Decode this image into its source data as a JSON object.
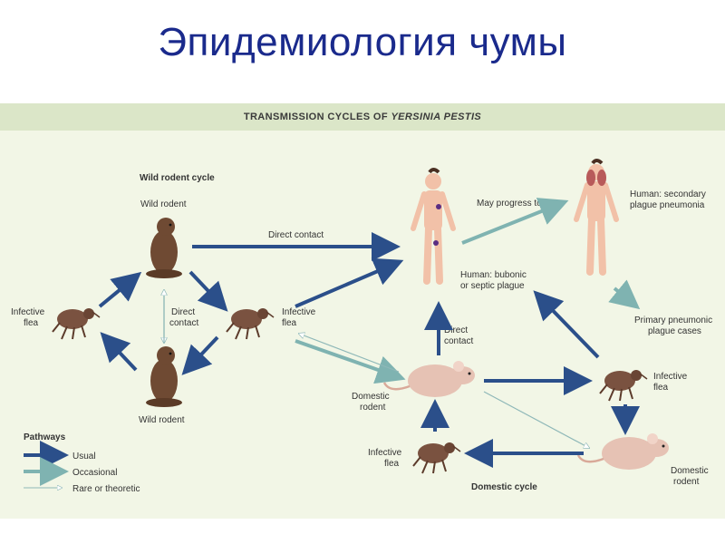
{
  "slide": {
    "title": "Эпидемиология чумы"
  },
  "diagram": {
    "header_prefix": "TRANSMISSION CYCLES OF ",
    "header_species": "YERSINIA PESTIS",
    "wild_cycle_title": "Wild rodent cycle",
    "domestic_cycle_title": "Domestic cycle",
    "labels": {
      "wild_rodent_top": "Wild rodent",
      "wild_rodent_bottom": "Wild rodent",
      "infective_flea_left_1": "Infective",
      "infective_flea_left_2": "flea",
      "direct_contact_mid_1": "Direct",
      "direct_contact_mid_2": "contact",
      "infective_flea_center_1": "Infective",
      "infective_flea_center_2": "flea",
      "direct_contact_top": "Direct contact",
      "may_progress": "May progress to",
      "human_secondary_1": "Human: secondary",
      "human_secondary_2": "plague pneumonia",
      "human_bubonic_1": "Human: bubonic",
      "human_bubonic_2": "or septic plague",
      "direct_contact_dom_1": "Direct",
      "direct_contact_dom_2": "contact",
      "primary_pneumonic_1": "Primary pneumonic",
      "primary_pneumonic_2": "plague cases",
      "domestic_rodent_left_1": "Domestic",
      "domestic_rodent_left_2": "rodent",
      "infective_flea_right_1": "Infective",
      "infective_flea_right_2": "flea",
      "infective_flea_bottom_1": "Infective",
      "infective_flea_bottom_2": "flea",
      "domestic_rodent_right_1": "Domestic",
      "domestic_rodent_right_2": "rodent"
    },
    "legend": {
      "title": "Pathways",
      "usual": "Usual",
      "occasional": "Occasional",
      "rare": "Rare or theoretic"
    },
    "colors": {
      "usual": "#2b4f8a",
      "occasional": "#7fb3b1",
      "rare_outline": "#8fb8b8",
      "animal": "#6f4a33",
      "rodent_domestic": "#e6c2b4",
      "human_skin": "#f2c1a8"
    }
  }
}
